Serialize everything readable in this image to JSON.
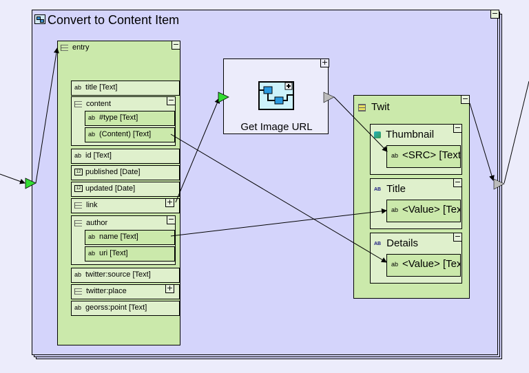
{
  "container": {
    "title": "Convert to Content Item",
    "toggle": "−"
  },
  "entry": {
    "label": "entry",
    "toggle": "−",
    "fields": [
      {
        "icon": "text-type-icon",
        "label": "title [Text]"
      },
      {
        "icon": "group-icon",
        "label": "content",
        "toggle": "−",
        "children": [
          {
            "icon": "text-type-icon",
            "label": "#type [Text]"
          },
          {
            "icon": "text-type-icon",
            "label": "(Content) [Text]"
          }
        ]
      },
      {
        "icon": "text-type-icon",
        "label": "id [Text]"
      },
      {
        "icon": "date-type-icon",
        "label": "published [Date]"
      },
      {
        "icon": "date-type-icon",
        "label": "updated [Date]"
      },
      {
        "icon": "group-icon",
        "label": "link",
        "toggle": "+"
      },
      {
        "icon": "group-icon",
        "label": "author",
        "toggle": "−",
        "children": [
          {
            "icon": "text-type-icon",
            "label": "name [Text]"
          },
          {
            "icon": "text-type-icon",
            "label": "uri [Text]"
          }
        ]
      },
      {
        "icon": "text-type-icon",
        "label": "twitter:source [Text]"
      },
      {
        "icon": "group-icon",
        "label": "twitter:place",
        "toggle": "+"
      },
      {
        "icon": "text-type-icon",
        "label": "georss:point [Text]"
      }
    ]
  },
  "process": {
    "label": "Get Image URL",
    "toggle": "+"
  },
  "twit": {
    "label": "Twit",
    "toggle": "−",
    "sections": [
      {
        "label": "Thumbnail",
        "icon": "image-icon",
        "toggle": "−",
        "field": "<SRC> [Text]"
      },
      {
        "label": "Title",
        "icon": "ab-text-icon",
        "toggle": "−",
        "field": "<Value> [Text]"
      },
      {
        "label": "Details",
        "icon": "ab-text-icon",
        "toggle": "−",
        "field": "<Value> [Text]"
      }
    ]
  },
  "glyphs": {
    "ab": "ab",
    "num": "12",
    "ab_caps": "AB"
  },
  "colors": {
    "port_active": "#33dd33",
    "port_inactive": "#bbbbbb",
    "container_bg": "#d4d4fb",
    "node_bg": "#cbe9ab"
  }
}
